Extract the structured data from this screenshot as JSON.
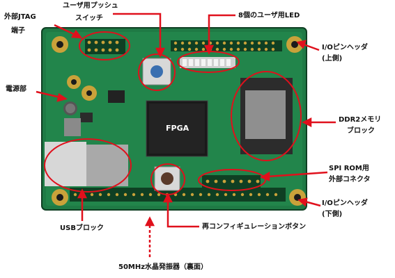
{
  "labels": {
    "jtag_line1": "外部JTAG",
    "jtag_line2": "端子",
    "push_switch_line1": "ユーザ用プッシュ",
    "push_switch_line2": "スイッチ",
    "led": "8個のユーザ用LED",
    "io_top_line1": "I/Oピンヘッダ",
    "io_top_line2": "(上側)",
    "power": "電源部",
    "ddr2_line1": "DDR2メモリ",
    "ddr2_line2": "ブロック",
    "spi_line1": "SPI ROM用",
    "spi_line2": "外部コネクタ",
    "io_bottom_line1": "I/Oピンヘッダ",
    "io_bottom_line2": "(下側)",
    "usb": "USBブロック",
    "reconfig": "再コンフィギュレーションボタン",
    "oscillator": "50MHz水晶発振器（裏面）",
    "fpga": "FPGA"
  },
  "colors": {
    "pcb": "#1f7a45",
    "pcb_dark": "#155c33",
    "callout": "#e0101c",
    "chip": "#222222",
    "pin": "#c9a23a"
  }
}
